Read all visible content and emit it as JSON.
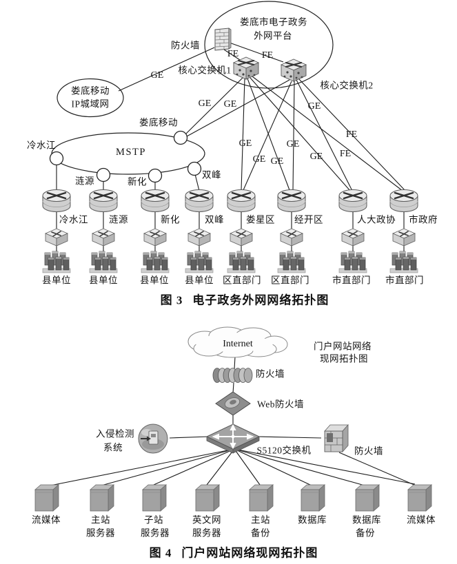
{
  "fig3": {
    "platform": {
      "line1": "娄底市电子政务",
      "line2": "外网平台"
    },
    "firewall_label": "防火墙",
    "core_switch1": "核心交换机1",
    "core_switch2": "核心交换机2",
    "metro_cloud": {
      "line1": "娄底移动",
      "line2": "IP城域网"
    },
    "mobile_node_label": "娄底移动",
    "mstp_label": "MSTP",
    "ring_labels": [
      "冷水江",
      "涟源",
      "新化",
      "双峰"
    ],
    "link_labels": [
      "GE",
      "FE",
      "FE",
      "GE",
      "GE",
      "GE",
      "GE",
      "GE",
      "GE",
      "GE",
      "GE",
      "FE",
      "FE"
    ],
    "router_labels": [
      "冷水江",
      "涟源",
      "新化",
      "双峰",
      "娄星区",
      "经开区",
      "人大政协",
      "市政府"
    ],
    "unit_labels": [
      "县单位",
      "县单位",
      "县单位",
      "县单位",
      "区直部门",
      "区直部门",
      "市直部门",
      "市直部门"
    ],
    "caption": {
      "num": "图 3",
      "title": "电子政务外网网络拓扑图"
    }
  },
  "fig4": {
    "internet": "Internet",
    "side_note": {
      "line1": "门户网站网络",
      "line2": "现网拓扑图"
    },
    "firewall_top": "防火墙",
    "web_firewall": "Web防火墙",
    "ids": {
      "line1": "入侵检测",
      "line2": "系统"
    },
    "switch_label": "S5120交换机",
    "firewall_right": "防火墙",
    "server_labels": [
      [
        "流媒体"
      ],
      [
        "主站",
        "服务器"
      ],
      [
        "子站",
        "服务器"
      ],
      [
        "英文网",
        "服务器"
      ],
      [
        "主站",
        "备份"
      ],
      [
        "数据库"
      ],
      [
        "数据库",
        "备份"
      ],
      [
        "流媒体"
      ]
    ],
    "caption": {
      "num": "图 4",
      "title": "门户网站网络现网拓扑图"
    }
  },
  "colors": {
    "line": "#1a1a1a",
    "icon_gray": "#b5b5b5",
    "text": "#141414"
  }
}
